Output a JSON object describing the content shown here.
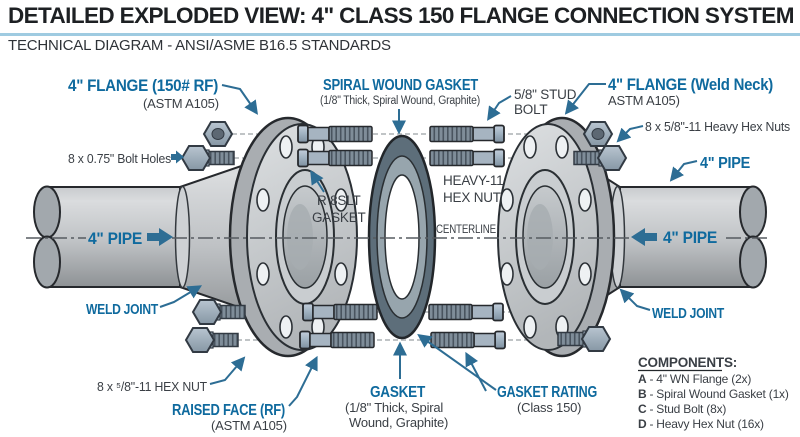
{
  "header": {
    "title": "DETAILED EXPLODED VIEW: 4\" CLASS 150 FLANGE CONNECTION SYSTEM",
    "subtitle": "TECHNICAL DIAGRAM - ANSI/ASME B16.5 STANDARDS"
  },
  "labels": {
    "left_flange": {
      "title": "4\" FLANGE (150# RF)",
      "sub": "(ASTM A105)"
    },
    "bolt_holes": "8 x 0.75\" Bolt Holes",
    "left_pipe": "4\" PIPE",
    "left_weld": "WELD JOINT",
    "hex_nut_bottom": "8 x ⁵/8\"-11 HEX NUT",
    "raised_face": {
      "title": "RAISED FACE (RF)",
      "sub": "(ASTM A105)"
    },
    "spiral_gasket": {
      "title": "SPIRAL WOUND GASKET",
      "sub": "(1/8\" Thick, Spiral Wound, Graphite)"
    },
    "r_bslt": {
      "line1": "R 8SLT",
      "line2": "GASKET"
    },
    "stud_bolt": {
      "line1": "5/8\" STUD",
      "line2": "BOLT"
    },
    "heavy_nut": {
      "line1": "HEAVY-11",
      "line2": "HEX NUT"
    },
    "centerline": "CENTERLINE",
    "gasket": {
      "title": "GASKET",
      "sub1": "(1/8\" Thick, Spiral",
      "sub2": "Wound, Graphite)"
    },
    "gasket_rating": {
      "title": "GASKET RATING",
      "sub": "(Class 150)"
    },
    "right_flange": {
      "title": "4\" FLANGE (Weld Neck)",
      "sub": "ASTM A105)"
    },
    "heavy_hex_nuts": "8 x 5/8\"-11 Heavy Hex Nuts",
    "right_pipe_top": "4\" PIPE",
    "right_pipe": "4\" PIPE",
    "right_weld": "WELD JOINT"
  },
  "components": {
    "heading": "COMPONENTS:",
    "separator": "-",
    "items": [
      {
        "key": "A",
        "desc": "4\" WN Flange (2x)"
      },
      {
        "key": "B",
        "desc": "Spiral Wound Gasket (1x)"
      },
      {
        "key": "C",
        "desc": "Stud Bolt (8x)"
      },
      {
        "key": "D",
        "desc": "Heavy Hex Nut (16x)"
      }
    ]
  },
  "colors": {
    "accent-blue": "#0f6a9e",
    "arrow-blue": "#2d6d94",
    "ink": "#3a3f45",
    "ink-strong": "#1d2023",
    "rule-blue": "#9fcbe1"
  }
}
